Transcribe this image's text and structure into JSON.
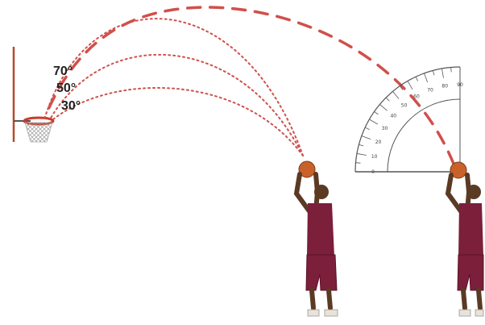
{
  "angles": [
    {
      "label": "70°",
      "degrees": 70
    },
    {
      "label": "50°",
      "degrees": 50
    },
    {
      "label": "30°",
      "degrees": 30
    }
  ],
  "protractor": {
    "scale": [
      "0",
      "10",
      "20",
      "30",
      "40",
      "50",
      "60",
      "70",
      "80",
      "90"
    ]
  },
  "colors": {
    "trajectory": "#d0504a",
    "jersey": "#7b1f3b",
    "skin": "#5b3a24",
    "ball": "#c9622a",
    "rim": "#cc3a2a",
    "backboard": "#b44a2a",
    "line": "#555555"
  }
}
